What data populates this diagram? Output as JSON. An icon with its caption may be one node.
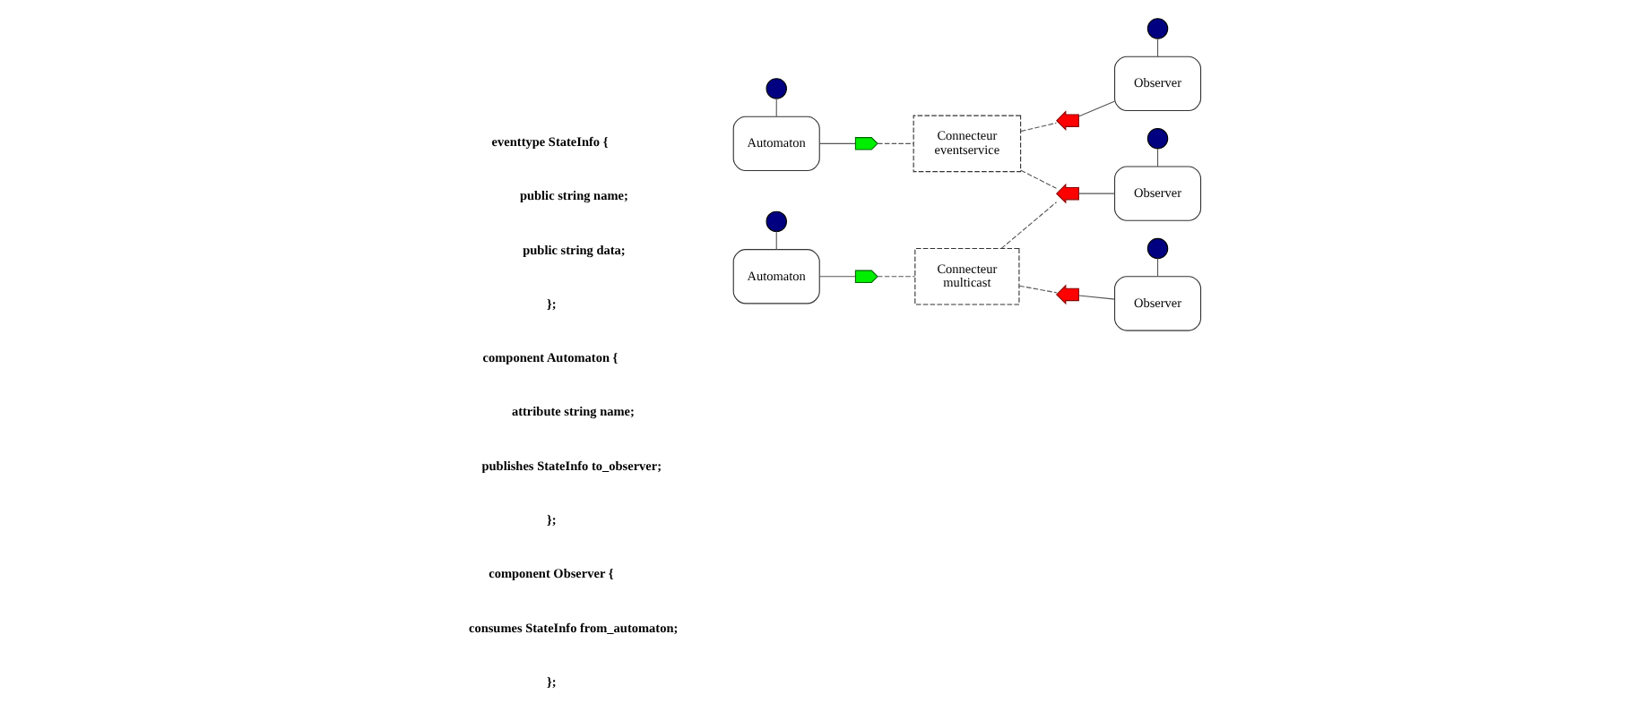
{
  "diagram": {
    "nodes": [
      {
        "text": [],
        "shape": "circle"
      },
      {
        "text": [
          "Automaton"
        ]
      },
      {
        "text": [],
        "shape": "pentagon"
      },
      {
        "text": [],
        "shape": "circle"
      },
      {
        "text": [
          "Automaton"
        ]
      },
      {
        "text": [],
        "shape": "pentagon"
      },
      {
        "text": [
          "Connecteur eventservice"
        ]
      },
      {
        "text": [
          "Connecteur multicast"
        ]
      },
      {
        "text": [],
        "shape": "circle"
      },
      {
        "text": [],
        "shape": "chevron"
      },
      {
        "text": [
          "Observer"
        ]
      },
      {
        "text": [],
        "shape": "circle"
      },
      {
        "text": [],
        "shape": "chevron"
      },
      {
        "text": [
          "Observer"
        ]
      },
      {
        "text": [],
        "shape": "circle"
      },
      {
        "text": [],
        "shape": "chevron"
      },
      {
        "text": [
          "Observer"
        ]
      }
    ],
    "edges": [
      {
        "from": 0,
        "to": 1,
        "arrow": "none"
      },
      {
        "from": 1,
        "to": 2,
        "arrow": "none"
      },
      {
        "from": 2,
        "to": 6,
        "arrow": "none",
        "style": "dashed"
      },
      {
        "from": 6,
        "to": 9,
        "arrow": "none",
        "style": "dashed"
      },
      {
        "from": 6,
        "to": 12,
        "arrow": "none",
        "style": "dashed"
      },
      {
        "from": 3,
        "to": 4,
        "arrow": "none"
      },
      {
        "from": 4,
        "to": 5,
        "arrow": "none"
      },
      {
        "from": 5,
        "to": 7,
        "arrow": "none",
        "style": "dashed"
      },
      {
        "from": 7,
        "to": 12,
        "arrow": "none",
        "style": "dashed"
      },
      {
        "from": 7,
        "to": 15,
        "arrow": "none",
        "style": "dashed"
      },
      {
        "from": 8,
        "to": 10,
        "arrow": "none"
      },
      {
        "from": 9,
        "to": 10,
        "arrow": "none"
      },
      {
        "from": 11,
        "to": 13,
        "arrow": "none"
      },
      {
        "from": 12,
        "to": 13,
        "arrow": "none"
      },
      {
        "from": 14,
        "to": 16,
        "arrow": "none"
      },
      {
        "from": 15,
        "to": 16,
        "arrow": "none"
      }
    ],
    "labels": [
      "eventtype StateInfo {",
      "public string name;",
      "public string data;",
      "};",
      "component Automaton {",
      "attribute string name;",
      "publishes StateInfo to_observer;",
      "};",
      "component Observer {",
      "consumes StateInfo from_automaton;",
      "};"
    ]
  }
}
